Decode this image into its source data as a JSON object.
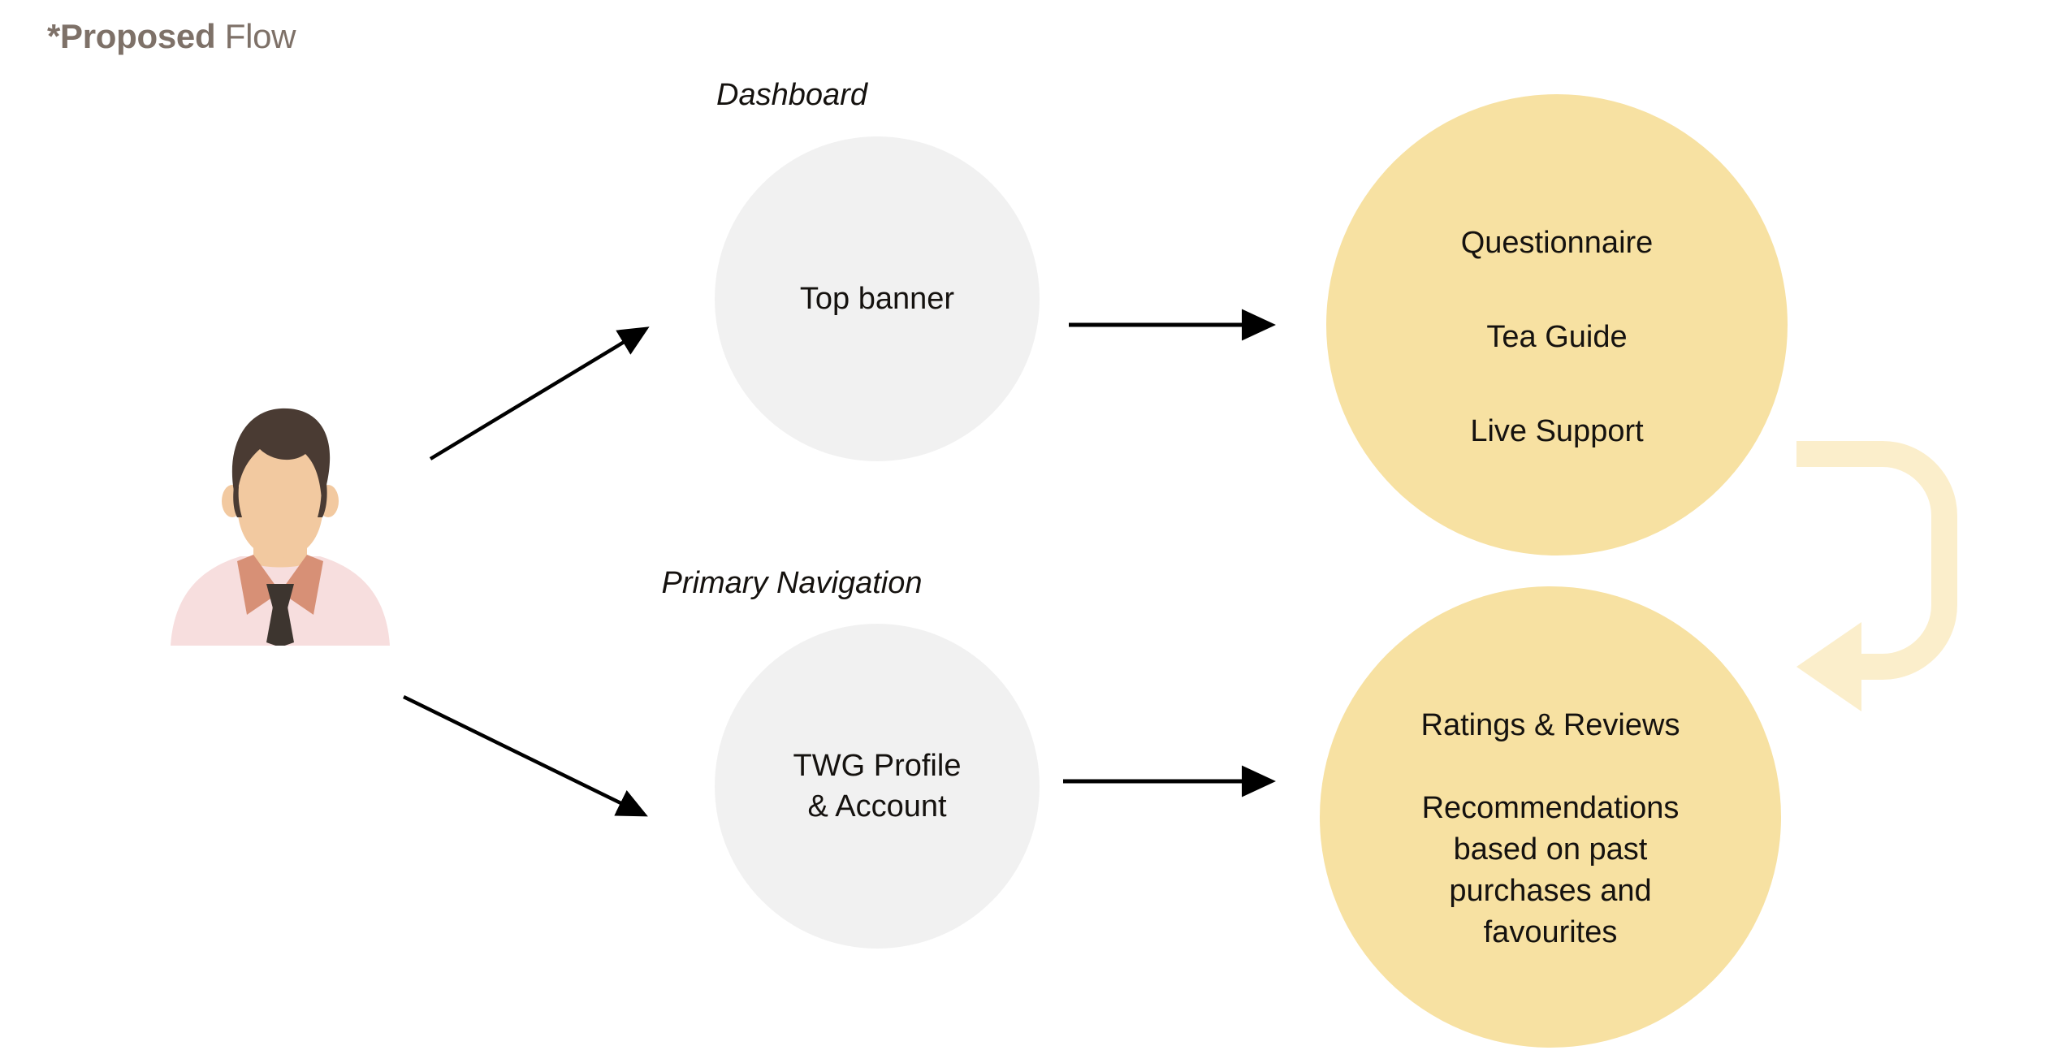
{
  "slide": {
    "title_emphasis": "*Proposed",
    "title_rest": " Flow",
    "background_color": "#ffffff"
  },
  "colors": {
    "title_text": "#7e7168",
    "body_text": "#15120f",
    "gray_circle": "#f1f1f1",
    "yellow_circle": "#f7e1a2",
    "loop_arrow": "#fbeecb",
    "arrow_line": "#000000",
    "skin": "#f2c9a0",
    "hair": "#4a3b33",
    "shirt": "#f7dede",
    "collar": "#d79076",
    "tie": "#3d352f"
  },
  "actor": {
    "name": "user-avatar",
    "alt": "Illustrated male customer avatar"
  },
  "captions": [
    {
      "id": "dashboard",
      "label": "Dashboard"
    },
    {
      "id": "primary-navigation",
      "label": "Primary Navigation"
    }
  ],
  "entry_points": [
    {
      "id": "top-banner",
      "type": "gray-circle",
      "lines": [
        "Top banner"
      ]
    },
    {
      "id": "twg-profile-account",
      "type": "gray-circle",
      "lines": [
        "TWG Profile",
        "& Account"
      ]
    }
  ],
  "destinations": [
    {
      "id": "services",
      "type": "yellow-circle",
      "lines": [
        "Questionnaire",
        "Tea Guide",
        "Live Support"
      ]
    },
    {
      "id": "personalisation",
      "type": "yellow-circle",
      "heading": "Ratings & Reviews",
      "paragraph": "Recommendations based on past purchases and favourites"
    }
  ],
  "connectors": [
    {
      "id": "actor-to-top-banner",
      "kind": "diagonal-arrow-up-right"
    },
    {
      "id": "actor-to-twg-profile",
      "kind": "diagonal-arrow-down-right"
    },
    {
      "id": "top-banner-to-services",
      "kind": "horizontal-arrow-right"
    },
    {
      "id": "twg-profile-to-personalisation",
      "kind": "horizontal-arrow-right"
    },
    {
      "id": "services-to-personalisation-loop",
      "kind": "curved-loop-arrow-left"
    }
  ]
}
